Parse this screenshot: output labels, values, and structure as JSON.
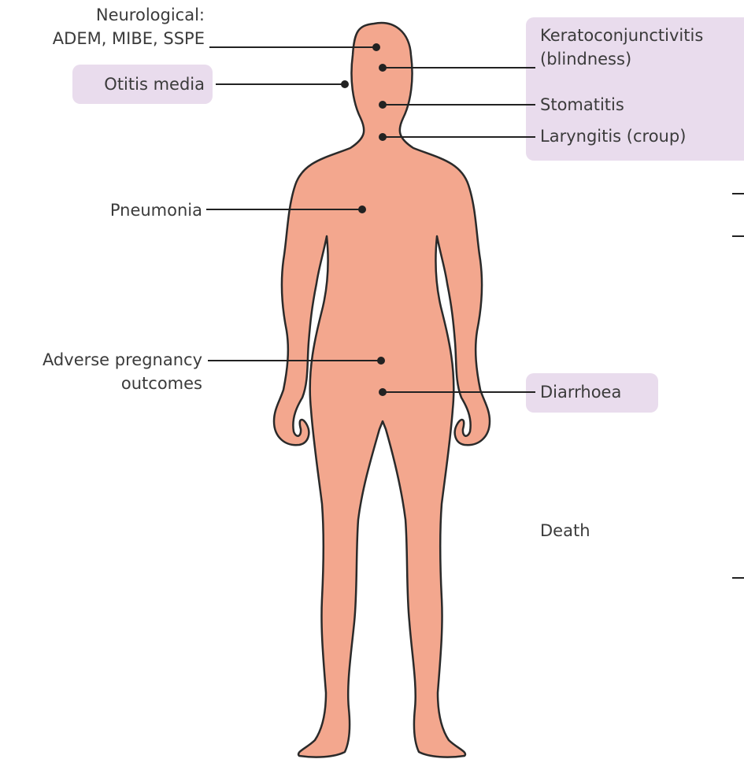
{
  "diagram": {
    "labels": {
      "neurological_line1": "Neurological:",
      "neurological_line2": "ADEM, MIBE, SSPE",
      "otitis_media": "Otitis media",
      "pneumonia": "Pneumonia",
      "adverse_pregnancy_line1": "Adverse pregnancy",
      "adverse_pregnancy_line2": "outcomes",
      "keratoconjunctivitis_line1": "Keratoconjunctivitis",
      "keratoconjunctivitis_line2": "(blindness)",
      "stomatitis": "Stomatitis",
      "laryngitis": "Laryngitis (croup)",
      "diarrhoea": "Diarrhoea",
      "death": "Death"
    },
    "colors": {
      "body_fill": "#f3a78e",
      "body_outline": "#2a2a2a",
      "highlight_box": "#e9dced",
      "leader_line": "#222222",
      "text": "#3b3b3b"
    }
  }
}
